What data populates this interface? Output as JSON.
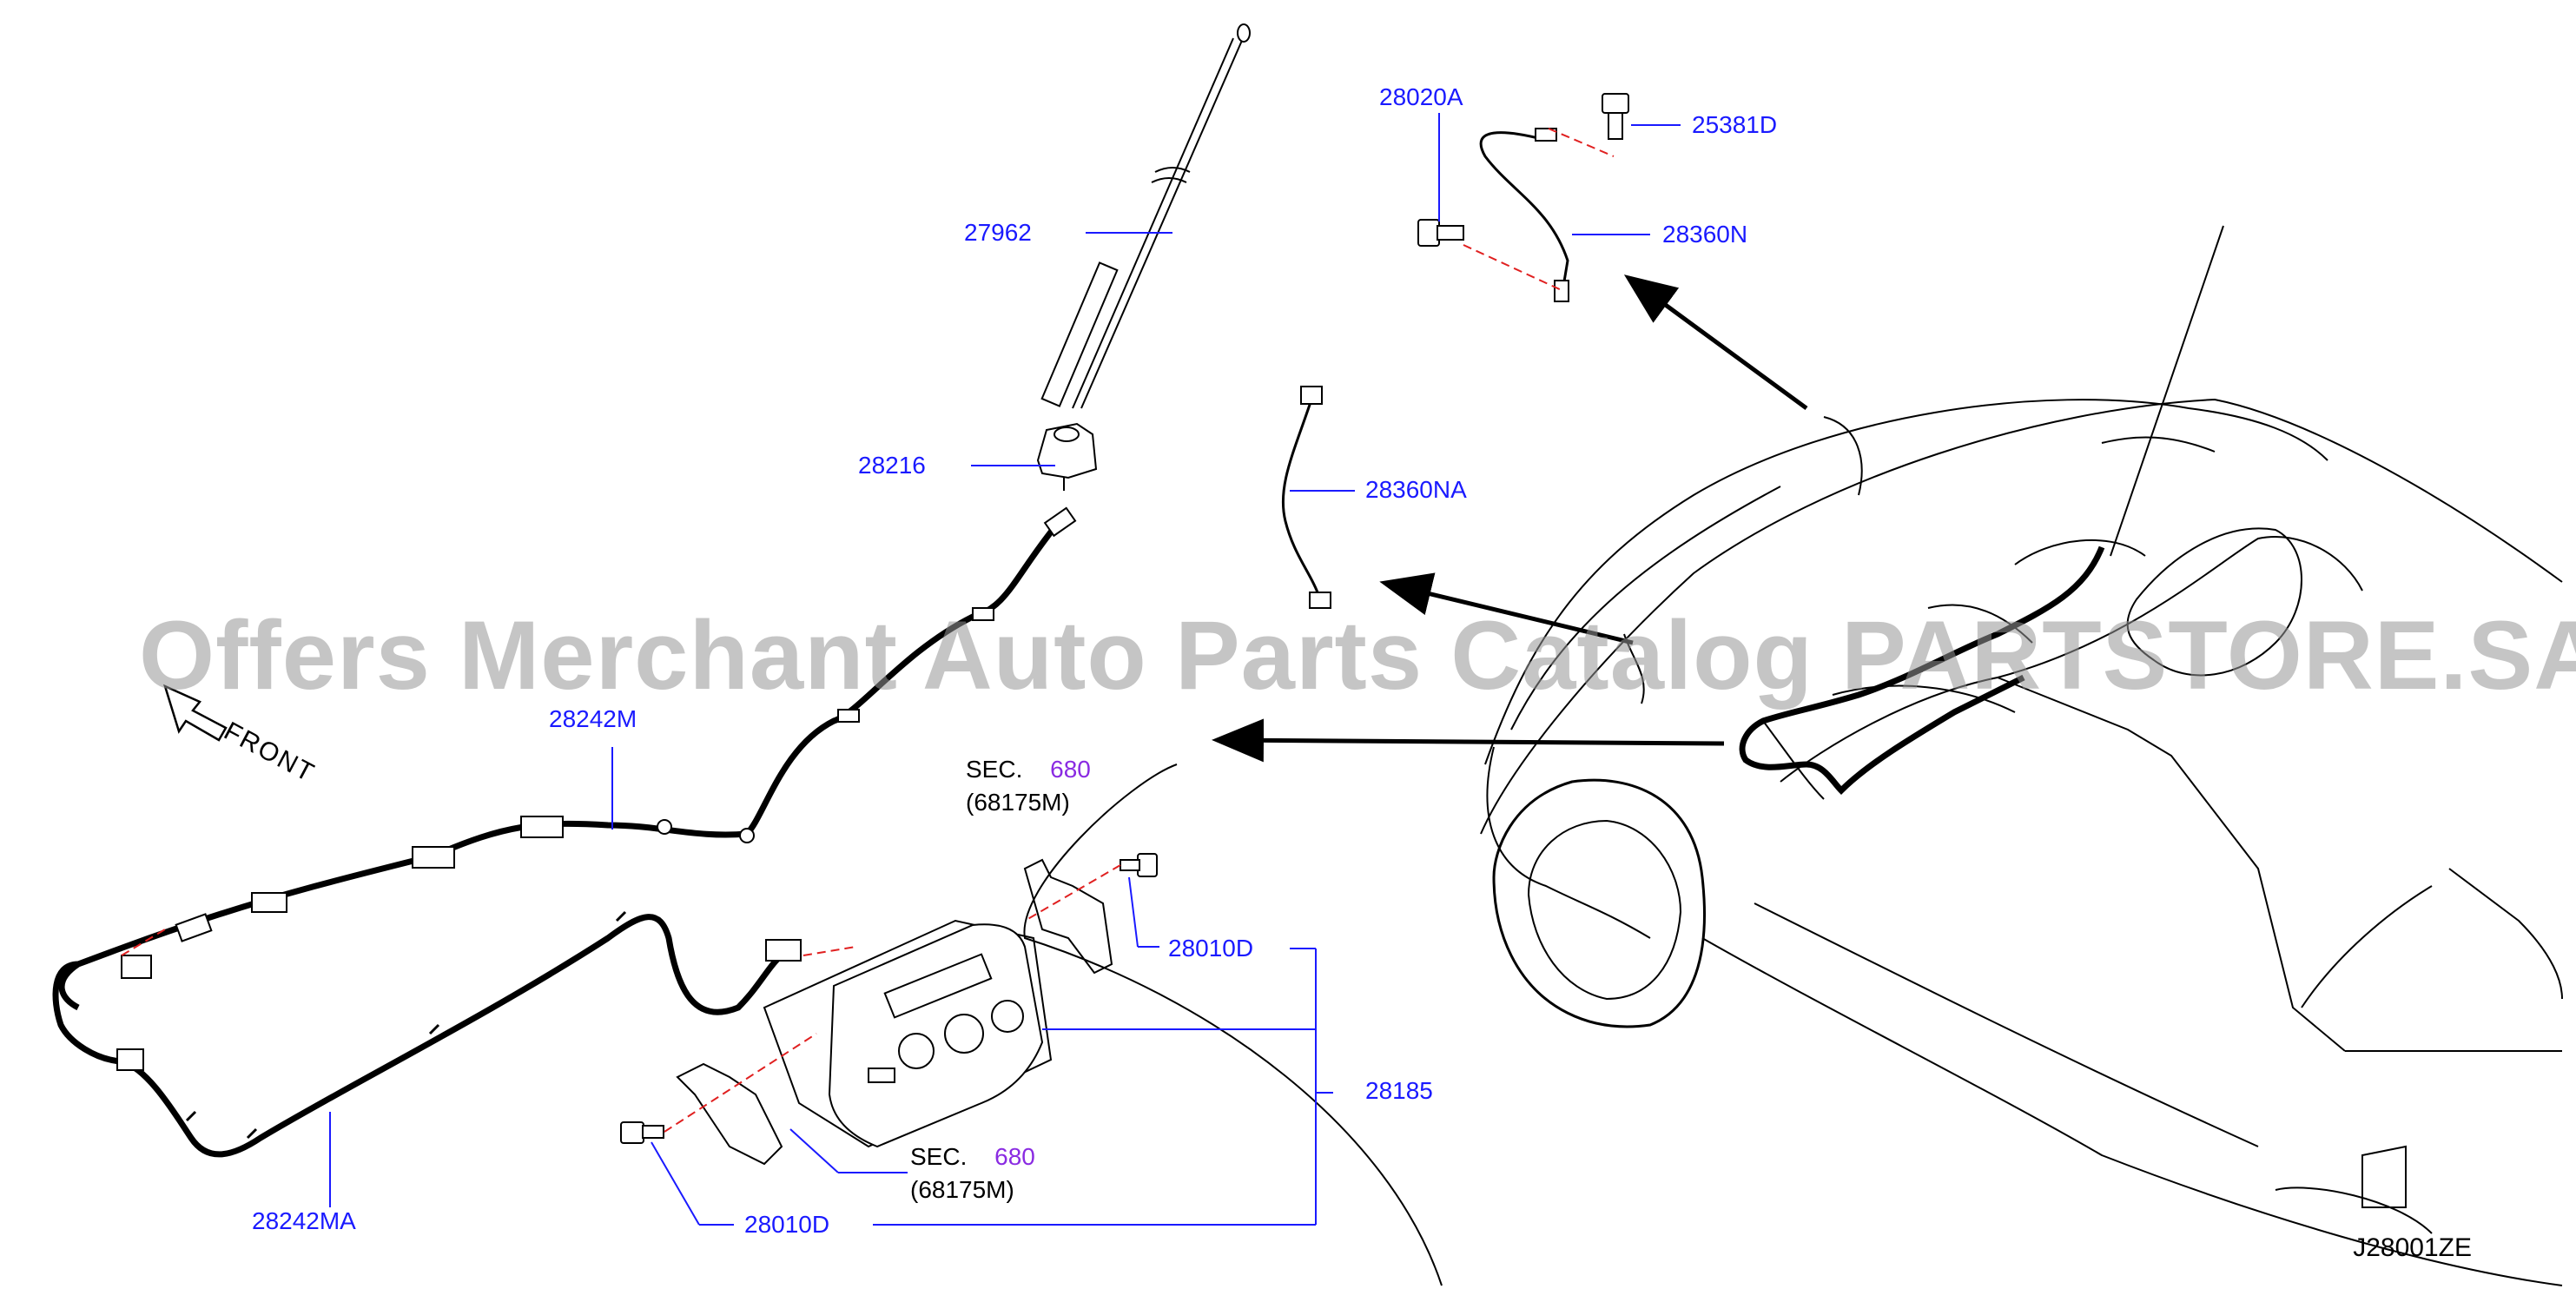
{
  "watermark": "Offers Merchant Auto Parts Catalog PARTSTORE.SA",
  "diagram_code": "J28001ZE",
  "front_label": "FRONT",
  "parts": {
    "p27962": "27962",
    "p28216": "28216",
    "p28020A": "28020A",
    "p25381D": "25381D",
    "p28360N": "28360N",
    "p28360NA": "28360NA",
    "p28242M": "28242M",
    "p28242MA": "28242MA",
    "p28010D_top": "28010D",
    "p28010D_bottom": "28010D",
    "p28185": "28185"
  },
  "sec_refs": {
    "top": {
      "prefix": "SEC.",
      "num": "680",
      "sub": "(68175M)"
    },
    "bottom": {
      "prefix": "SEC.",
      "num": "680",
      "sub": "(68175M)"
    }
  },
  "colors": {
    "label_blue": "#1a1aff",
    "section_purple": "#8a2be2",
    "centerline_red": "#e02020"
  }
}
